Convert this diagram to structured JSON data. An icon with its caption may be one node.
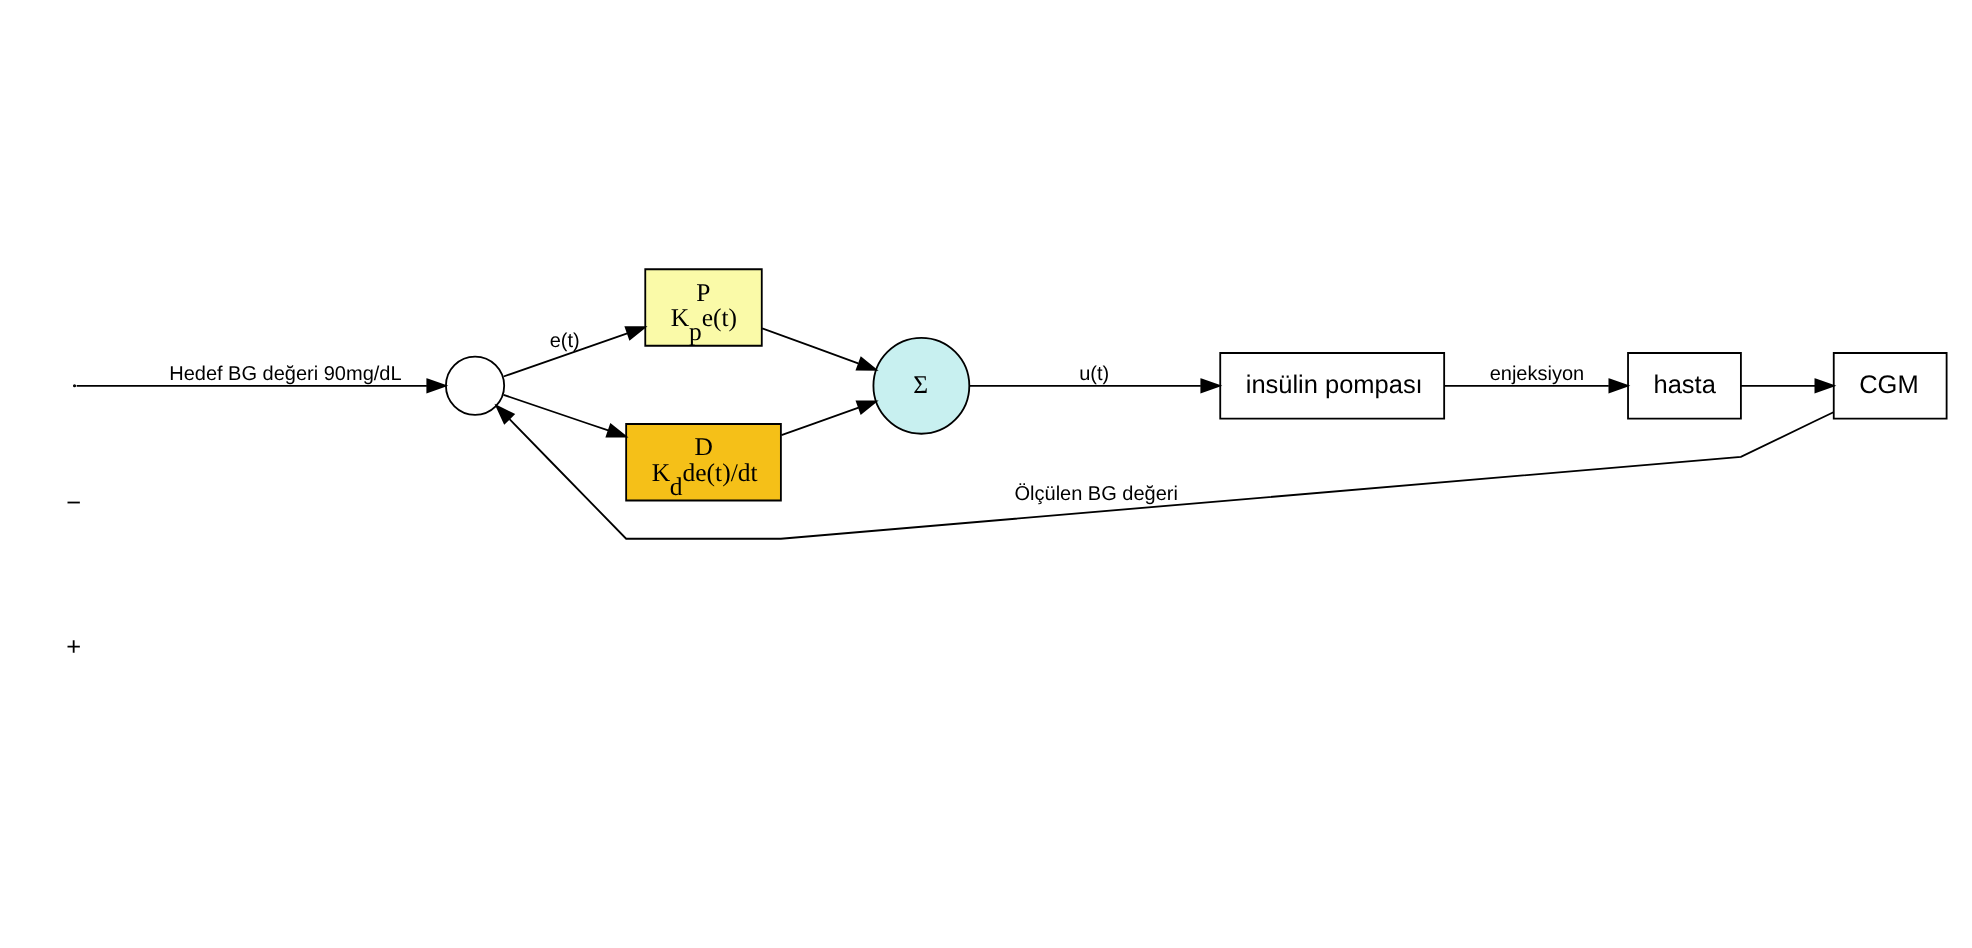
{
  "diagram": {
    "nodes": [
      {
        "text": [],
        "shape": "circle"
      },
      {
        "text": [
          "P",
          "K$_{p}$e(t)"
        ]
      },
      {
        "text": [
          "D",
          "K$_{d}$de(t)/dt"
        ]
      },
      {
        "text": [
          "Σ"
        ]
      },
      {
        "text": [
          "insülin pompası"
        ]
      },
      {
        "text": [
          "hasta"
        ]
      },
      {
        "text": [
          "CGM"
        ]
      }
    ],
    "edges": [
      {
        "from": null,
        "to": 0,
        "arrow": "to",
        "label": "Hedef BG değeri 90mg/dL"
      },
      {
        "from": 0,
        "to": 1,
        "arrow": "to",
        "label": "e(t)"
      },
      {
        "from": 0,
        "to": 2,
        "arrow": "to"
      },
      {
        "from": 1,
        "to": 3,
        "arrow": "to"
      },
      {
        "from": 2,
        "to": 3,
        "arrow": "to"
      },
      {
        "from": 3,
        "to": 4,
        "arrow": "to",
        "label": "u(t)"
      },
      {
        "from": 4,
        "to": 5,
        "arrow": "to",
        "label": "enjeksiyon"
      },
      {
        "from": 5,
        "to": 6,
        "arrow": "to"
      },
      {
        "from": 6,
        "to": 0,
        "arrow": "to",
        "label": "Ölçülen BG değeri"
      }
    ],
    "labels": [
      "−",
      "+"
    ]
  }
}
